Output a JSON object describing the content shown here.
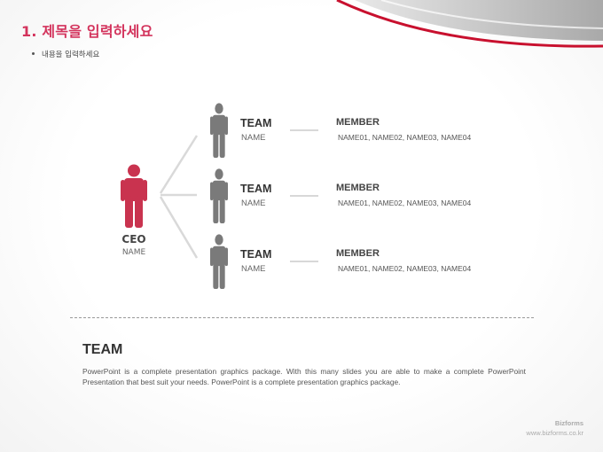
{
  "header": {
    "title": "1. 제목을 입력하세요",
    "bullet": "내용을 입력하세요"
  },
  "ceo": {
    "label": "CEO",
    "name": "NAME",
    "icon": "person-icon",
    "color": "#c9334f"
  },
  "teams": [
    {
      "label": "TEAM",
      "name": "NAME",
      "member_label": "MEMBER",
      "members": "NAME01,  NAME02,  NAME03,  NAME04",
      "icon": "person-icon"
    },
    {
      "label": "TEAM",
      "name": "NAME",
      "member_label": "MEMBER",
      "members": "NAME01,  NAME02,  NAME03,  NAME04",
      "icon": "person-icon"
    },
    {
      "label": "TEAM",
      "name": "NAME",
      "member_label": "MEMBER",
      "members": "NAME01,  NAME02,  NAME03,  NAME04",
      "icon": "person-icon"
    }
  ],
  "colors": {
    "accent": "#d3335c",
    "team_icon": "#7a7a7a"
  },
  "bottom": {
    "title": "TEAM",
    "description": " PowerPoint is a complete  presentation  graphics package. With this many slides you are able to make a complete PowerPoint Presentation  that  best suit your needs. PowerPoint  is a complete  presentation  graphics package."
  },
  "footer": {
    "brand": "Bizforms",
    "url": "www.bizforms.co.kr"
  }
}
